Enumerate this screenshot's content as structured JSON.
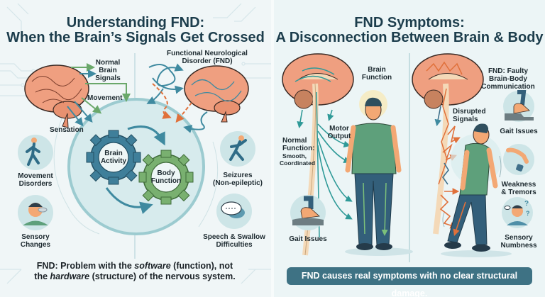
{
  "left_panel": {
    "title_line1": "Understanding FND:",
    "title_line2": "When the Brain’s Signals Get Crossed",
    "normal_signals_label": "Normal\nBrain\nSignals",
    "movement_label": "Movement",
    "sensation_label": "Sensation",
    "fnd_label_line1": "Functional Neurological",
    "fnd_label_line2": "Disorder (FND)",
    "gear_brain_label_line1": "Brain",
    "gear_brain_label_line2": "Activity",
    "gear_body_label_line1": "Body",
    "gear_body_label_line2": "Function",
    "symptoms": [
      {
        "icon": "walking-person-icon",
        "line1": "Movement",
        "line2": "Disorders"
      },
      {
        "icon": "sensory-face-icon",
        "line1": "Sensory",
        "line2": "Changes"
      },
      {
        "icon": "seizure-person-icon",
        "line1": "Seizures",
        "line2": "(Non-epileptic)"
      },
      {
        "icon": "speech-bubble-icon",
        "line1": "Speech & Swallow",
        "line2": "Difficulties"
      }
    ],
    "footnote": {
      "part1": "FND: Problem with the ",
      "em1": "software",
      "part2": " (function), not",
      "part3": "the ",
      "em2": "hardware",
      "part4": " (structure) of the nervous system."
    }
  },
  "right_panel": {
    "title_line1": "FND Symptoms:",
    "title_line2": "A Disconnection Between Brain & Body",
    "brain_function_line1": "Brain",
    "brain_function_line2": "Function",
    "motor_output_line1": "Motor",
    "motor_output_line2": "Output",
    "normal_function_line1": "Normal",
    "normal_function_line2": "Function:",
    "normal_function_line3": "Smooth,",
    "normal_function_line4": "Coordinated",
    "gait_issues_left": "Gait Issues",
    "fnd_faulty_line1": "FND: Faulty",
    "fnd_faulty_line2": "Brain-Body",
    "fnd_faulty_line3": "Communication",
    "disrupted_line1": "Disrupted",
    "disrupted_line2": "Signals",
    "symptoms": [
      {
        "icon": "foot-step-icon",
        "line1": "Gait Issues",
        "line2": ""
      },
      {
        "icon": "hand-dropping-icon",
        "line1": "Weakness",
        "line2": "& Tremors"
      },
      {
        "icon": "numbness-person-icon",
        "line1": "Sensory",
        "line2": "Numbness"
      }
    ],
    "banner": "FND causes real symptoms with no clear structural damage."
  },
  "colors": {
    "brain": "#ef9f80",
    "teal": "#3f8aa0",
    "green": "#6aa86a",
    "orange": "#e0703a",
    "shirt": "#5ea07b",
    "pants": "#335f7a",
    "circle_bg": "#cfe6e8",
    "banner": "#3e7284"
  }
}
